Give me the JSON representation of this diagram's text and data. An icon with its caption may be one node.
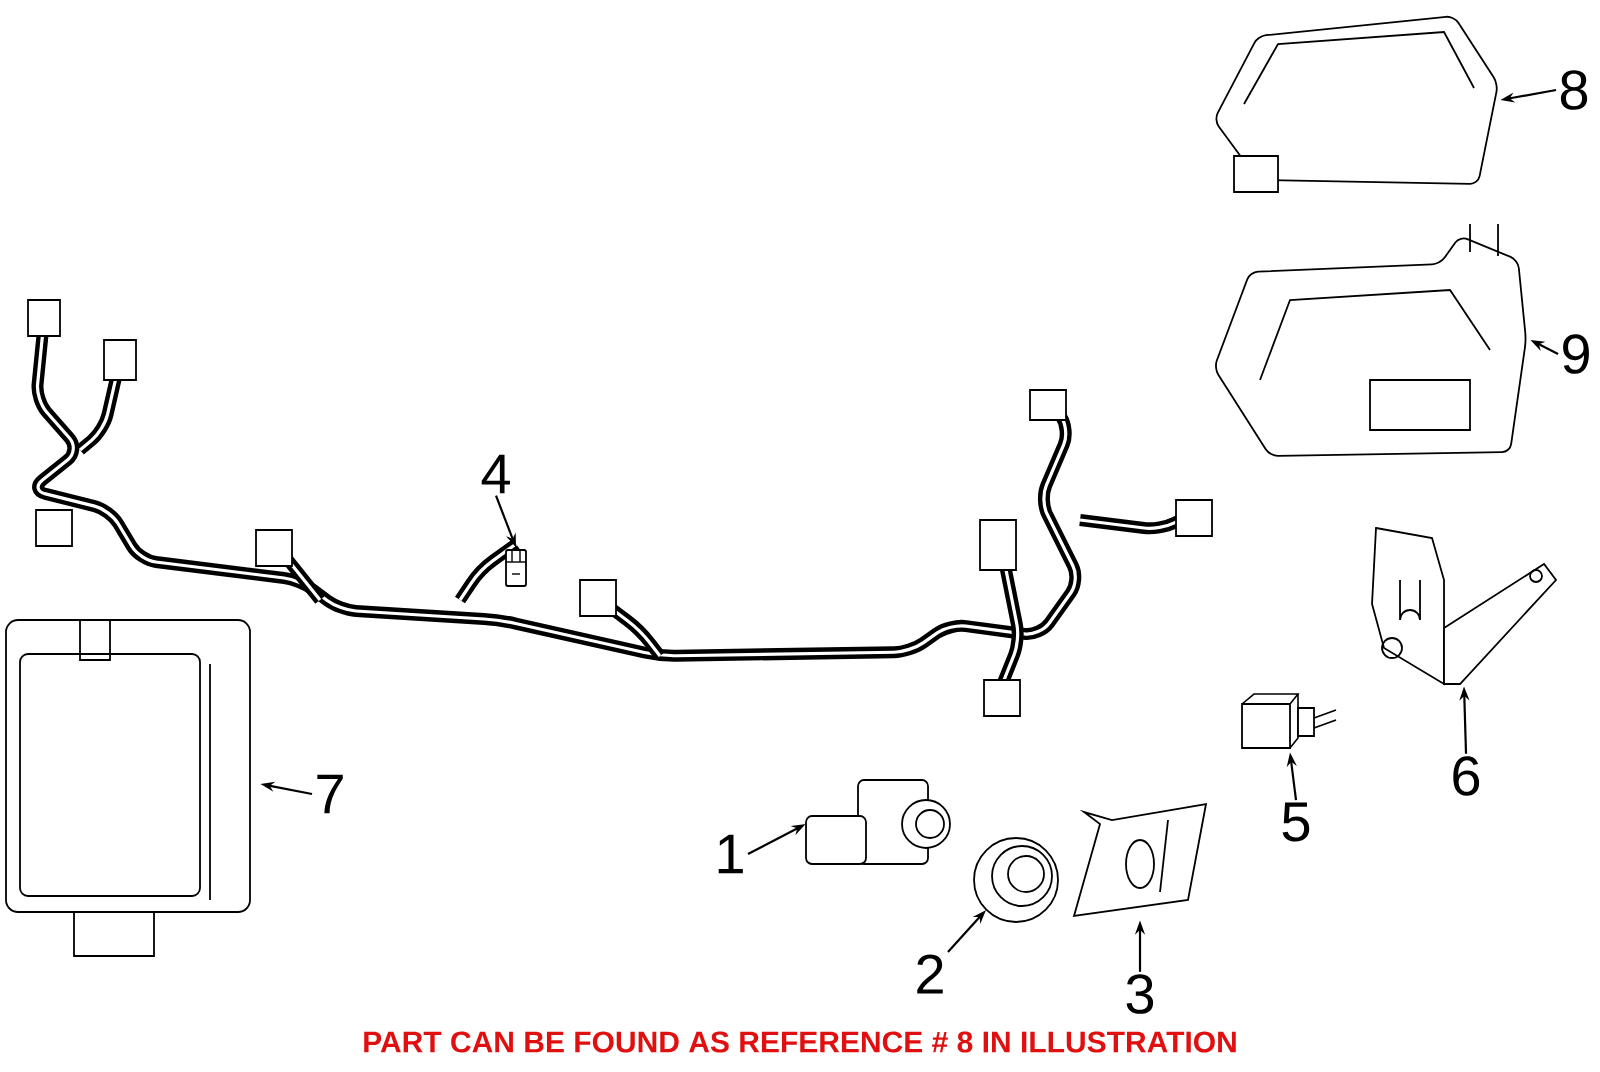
{
  "diagram": {
    "nodes": [
      {
        "text": [
          "1"
        ]
      },
      {
        "text": [
          "2"
        ]
      },
      {
        "text": [
          "3"
        ]
      },
      {
        "text": [
          "4"
        ]
      },
      {
        "text": [
          "5"
        ]
      },
      {
        "text": [
          "6"
        ]
      },
      {
        "text": [
          "7"
        ]
      },
      {
        "text": [
          "8"
        ]
      },
      {
        "text": [
          "9"
        ]
      },
      {
        "text": [],
        "shape": "picture"
      },
      {
        "text": [],
        "shape": "picture"
      },
      {
        "text": [],
        "shape": "picture"
      },
      {
        "text": [],
        "shape": "picture"
      },
      {
        "text": [],
        "shape": "picture"
      },
      {
        "text": [],
        "shape": "picture"
      },
      {
        "text": [],
        "shape": "picture"
      },
      {
        "text": [],
        "shape": "picture"
      },
      {
        "text": [],
        "shape": "picture"
      }
    ],
    "edges": [
      {
        "from": 0,
        "to": 9,
        "arrow": "to"
      },
      {
        "from": 1,
        "to": 10,
        "arrow": "to"
      },
      {
        "from": 2,
        "to": 11,
        "arrow": "to"
      },
      {
        "from": 3,
        "to": 12,
        "arrow": "to"
      },
      {
        "from": 4,
        "to": 13,
        "arrow": "to"
      },
      {
        "from": 5,
        "to": 14,
        "arrow": "to"
      },
      {
        "from": 6,
        "to": 15,
        "arrow": "to"
      },
      {
        "from": 7,
        "to": 16,
        "arrow": "to"
      },
      {
        "from": 8,
        "to": 17,
        "arrow": "to"
      }
    ],
    "labels": [
      "PART CAN BE FOUND AS REFERENCE # 8 IN ILLUSTRATION"
    ]
  }
}
